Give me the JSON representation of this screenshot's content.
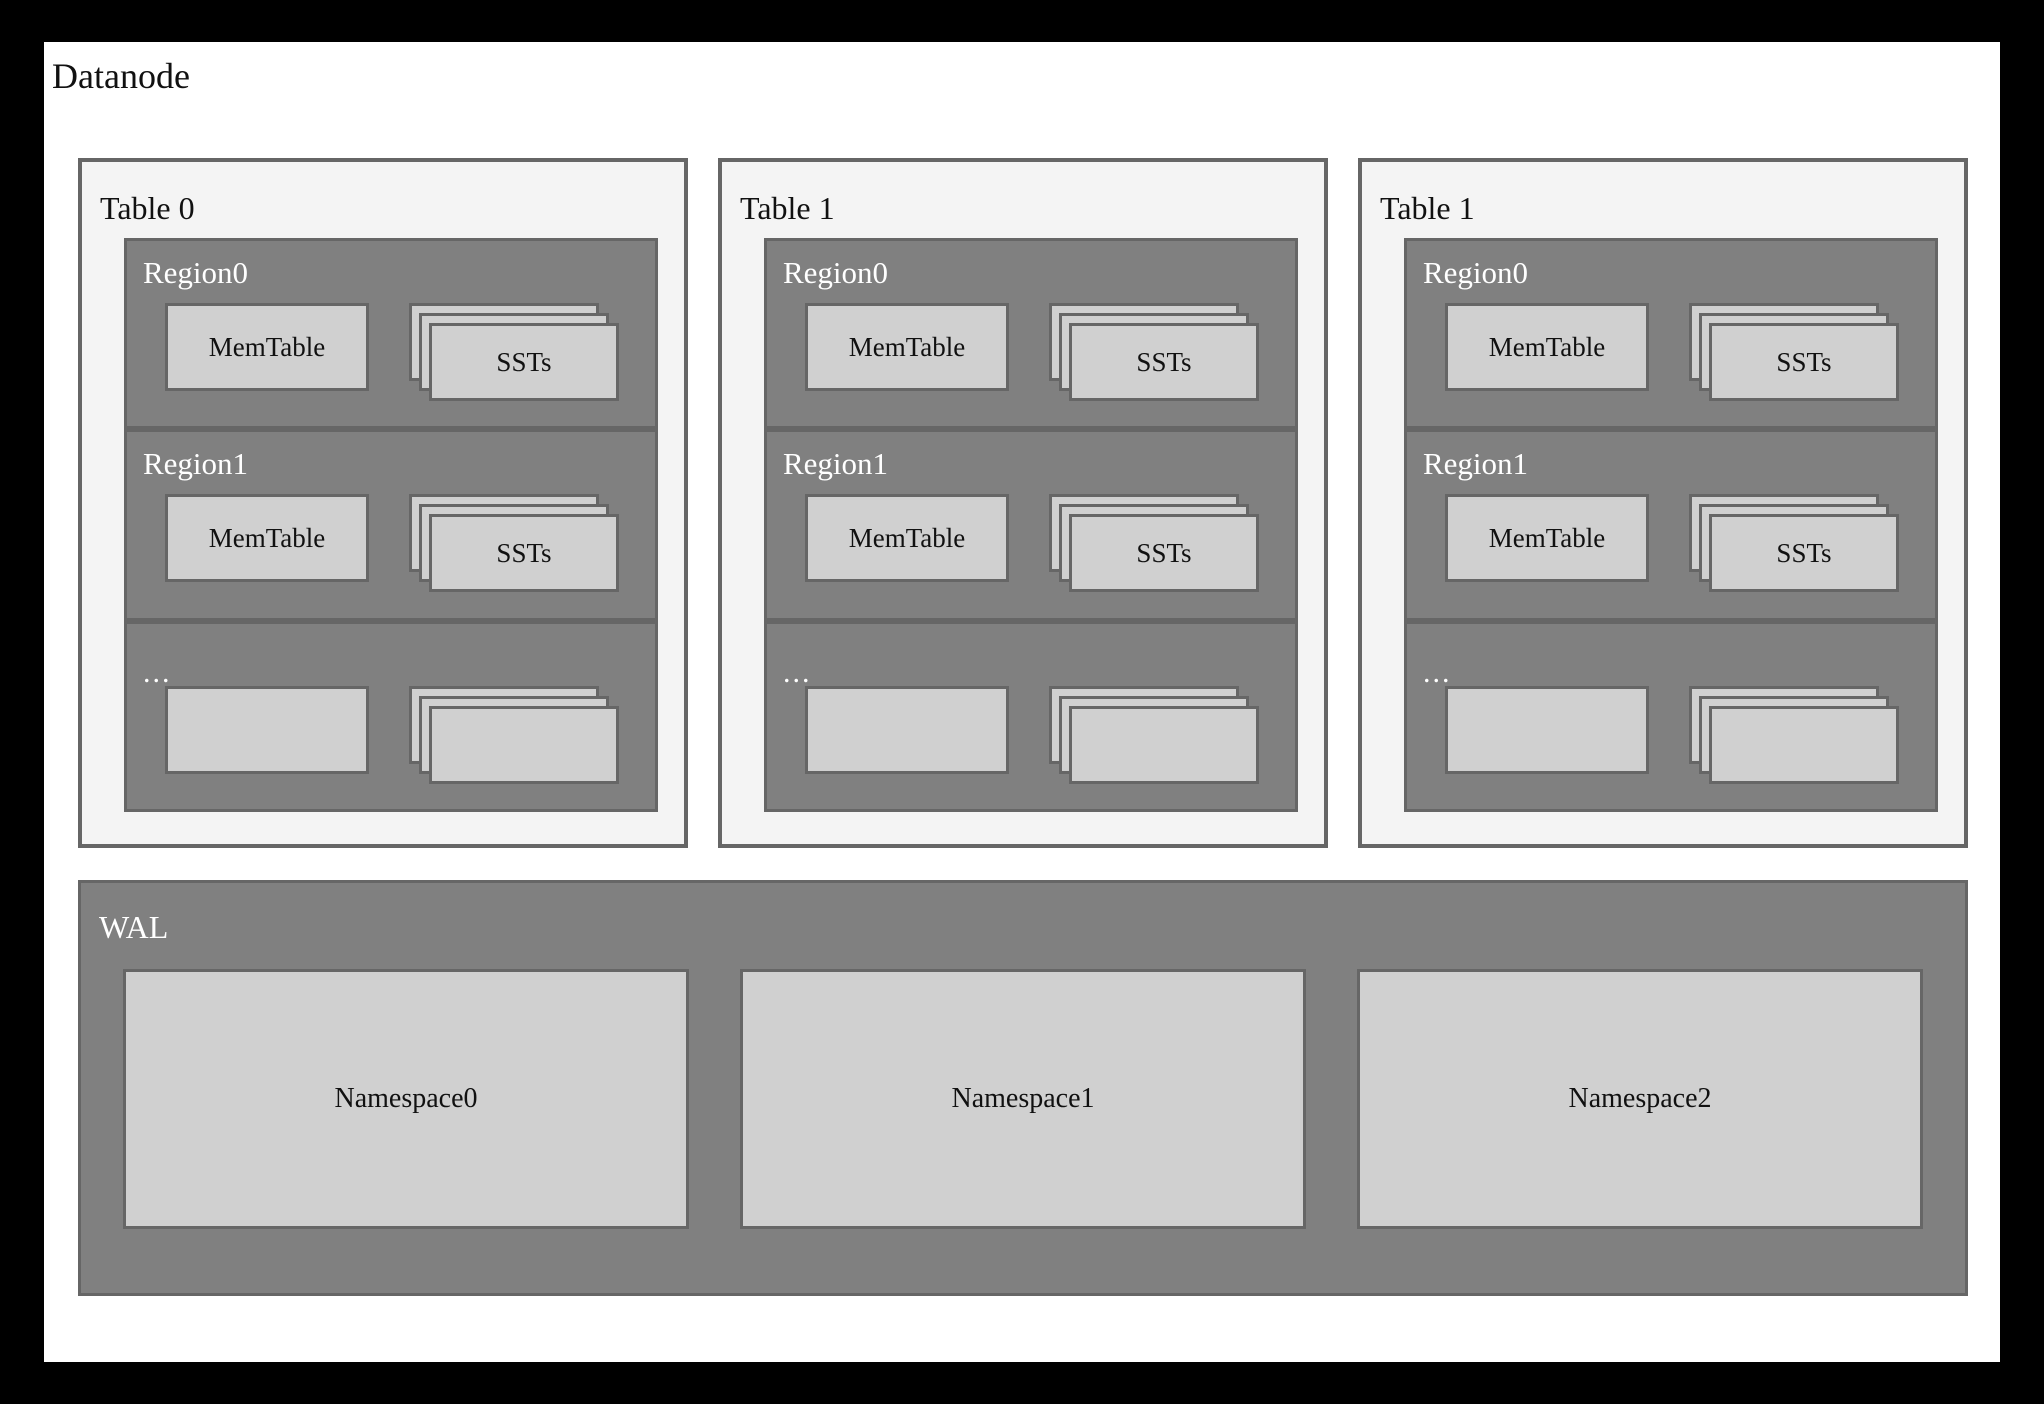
{
  "diagram": {
    "title": "Datanode",
    "colors": {
      "frame": "#000000",
      "canvas": "#ffffff",
      "table_bg": "#f4f4f4",
      "region_bg": "#808080",
      "box_bg": "#d0d0d0",
      "border": "#666666",
      "text_dark": "#111111",
      "text_light": "#ffffff"
    },
    "tables": [
      {
        "label": "Table 0",
        "regions": [
          {
            "label": "Region0",
            "memtable": "MemTable",
            "ssts": "SSTs",
            "is_ellipsis": false
          },
          {
            "label": "Region1",
            "memtable": "MemTable",
            "ssts": "SSTs",
            "is_ellipsis": false
          },
          {
            "label": "...",
            "memtable": "",
            "ssts": "",
            "is_ellipsis": true
          }
        ]
      },
      {
        "label": "Table 1",
        "regions": [
          {
            "label": "Region0",
            "memtable": "MemTable",
            "ssts": "SSTs",
            "is_ellipsis": false
          },
          {
            "label": "Region1",
            "memtable": "MemTable",
            "ssts": "SSTs",
            "is_ellipsis": false
          },
          {
            "label": "...",
            "memtable": "",
            "ssts": "",
            "is_ellipsis": true
          }
        ]
      },
      {
        "label": "Table 1",
        "regions": [
          {
            "label": "Region0",
            "memtable": "MemTable",
            "ssts": "SSTs",
            "is_ellipsis": false
          },
          {
            "label": "Region1",
            "memtable": "MemTable",
            "ssts": "SSTs",
            "is_ellipsis": false
          },
          {
            "label": "...",
            "memtable": "",
            "ssts": "",
            "is_ellipsis": true
          }
        ]
      }
    ],
    "wal": {
      "label": "WAL",
      "namespaces": [
        "Namespace0",
        "Namespace1",
        "Namespace2"
      ]
    }
  }
}
